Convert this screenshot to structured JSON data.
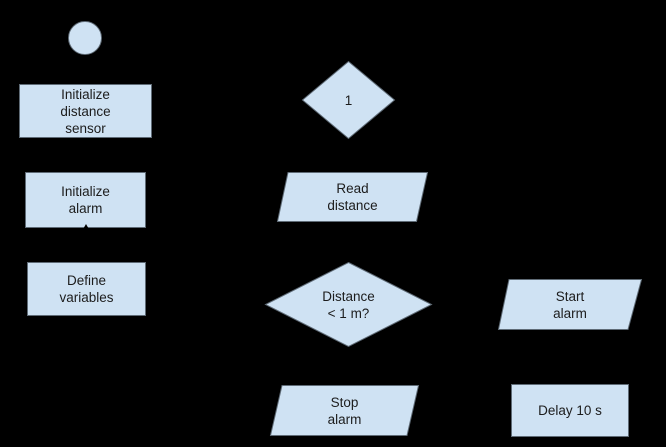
{
  "colors": {
    "background": "#000000",
    "shape_fill": "#cfe2f3",
    "shape_border": "#5f6b76",
    "text": "#1c1c1c",
    "arrow": "#000000"
  },
  "flowchart": {
    "nodes": {
      "start": {
        "type": "terminator",
        "label": ""
      },
      "init_sensor": {
        "type": "process",
        "label": "Initialize\ndistance\nsensor"
      },
      "init_alarm": {
        "type": "process",
        "label": "Initialize\nalarm"
      },
      "define_vars": {
        "type": "process",
        "label": "Define\nvariables"
      },
      "connector": {
        "type": "connector",
        "label": "1"
      },
      "read_distance": {
        "type": "input-output",
        "label": "Read\ndistance"
      },
      "decision": {
        "type": "decision",
        "label": "Distance\n< 1 m?"
      },
      "stop_alarm": {
        "type": "input-output",
        "label": "Stop\nalarm"
      },
      "start_alarm": {
        "type": "input-output",
        "label": "Start\nalarm"
      },
      "delay": {
        "type": "process",
        "label": "Delay 10 s"
      }
    }
  }
}
